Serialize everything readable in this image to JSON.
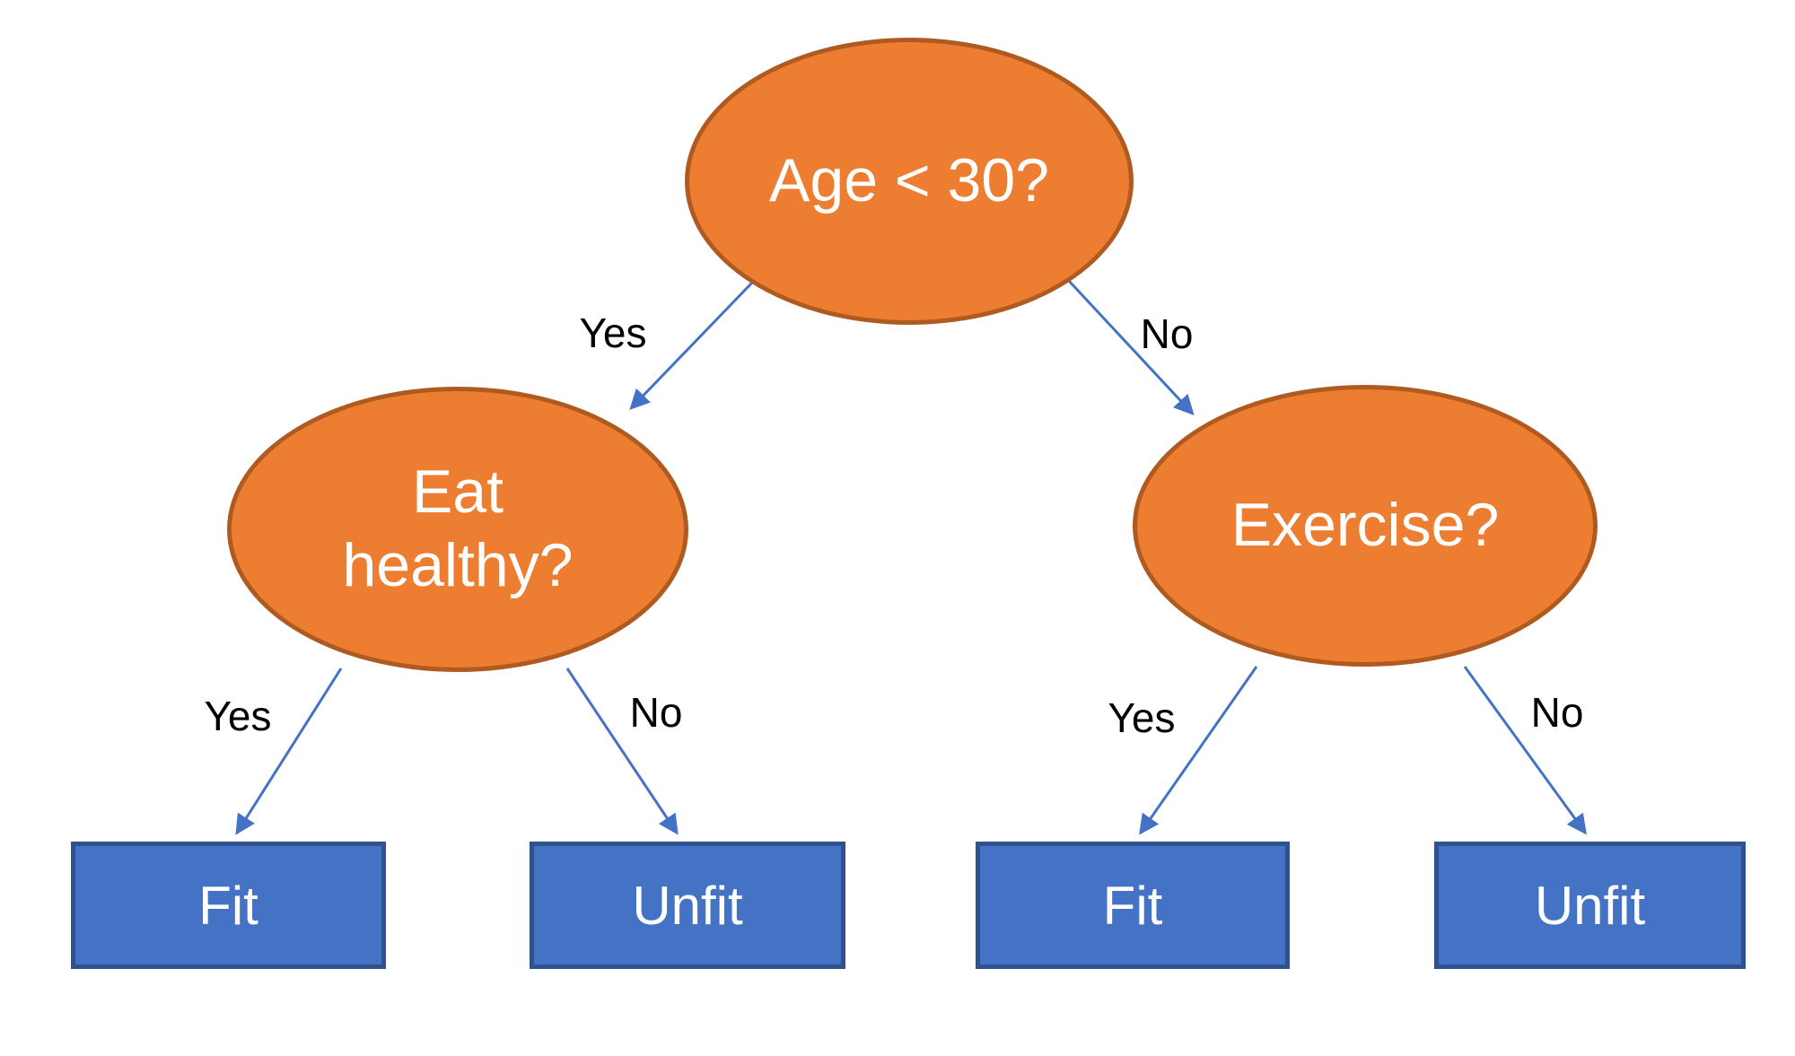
{
  "diagram": {
    "nodes": {
      "root": {
        "label": "Age < 30?"
      },
      "eat_healthy": {
        "label": "Eat healthy?"
      },
      "exercise": {
        "label": "Exercise?"
      },
      "leaf_fit_left": {
        "label": "Fit"
      },
      "leaf_unfit_left": {
        "label": "Unfit"
      },
      "leaf_fit_right": {
        "label": "Fit"
      },
      "leaf_unfit_right": {
        "label": "Unfit"
      }
    },
    "edges": {
      "root_to_eat_healthy": {
        "label": "Yes"
      },
      "root_to_exercise": {
        "label": "No"
      },
      "eat_healthy_to_fit": {
        "label": "Yes"
      },
      "eat_healthy_to_unfit": {
        "label": "No"
      },
      "exercise_to_fit": {
        "label": "Yes"
      },
      "exercise_to_unfit": {
        "label": "No"
      }
    },
    "colors": {
      "canvas_bg": "#ffffff",
      "decision_fill": "#ED7D31",
      "decision_border": "#AE5A21",
      "decision_text": "#ffffff",
      "leaf_fill": "#4472C4",
      "leaf_border": "#2F528F",
      "leaf_text": "#ffffff",
      "arrow": "#4472C4",
      "edge_label_text": "#000000"
    }
  }
}
